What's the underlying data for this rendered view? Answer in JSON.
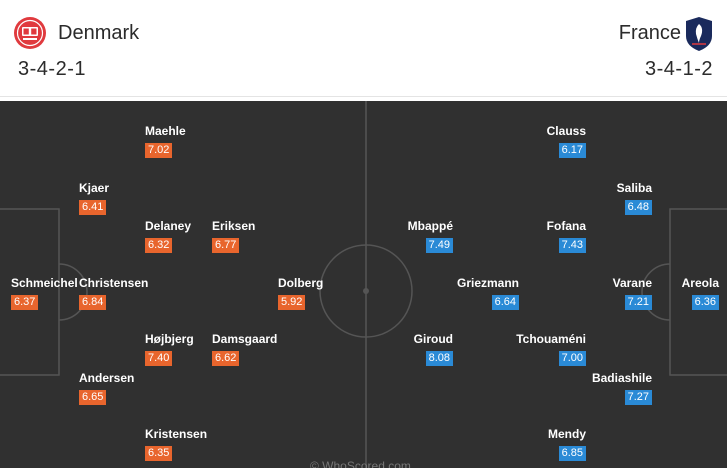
{
  "home": {
    "name": "Denmark",
    "formation": "3-4-2-1",
    "crest_icon": "denmark-crest-icon",
    "rating_color": "#e8652d",
    "players": [
      {
        "name": "Maehle",
        "rating": "7.02"
      },
      {
        "name": "Kjaer",
        "rating": "6.41"
      },
      {
        "name": "Delaney",
        "rating": "6.32"
      },
      {
        "name": "Eriksen",
        "rating": "6.77"
      },
      {
        "name": "Schmeichel",
        "rating": "6.37"
      },
      {
        "name": "Christensen",
        "rating": "6.84"
      },
      {
        "name": "Dolberg",
        "rating": "5.92"
      },
      {
        "name": "Højbjerg",
        "rating": "7.40"
      },
      {
        "name": "Damsgaard",
        "rating": "6.62"
      },
      {
        "name": "Andersen",
        "rating": "6.65"
      },
      {
        "name": "Kristensen",
        "rating": "6.35"
      }
    ]
  },
  "away": {
    "name": "France",
    "formation": "3-4-1-2",
    "crest_icon": "france-crest-icon",
    "rating_color": "#2a8ad6",
    "players": [
      {
        "name": "Clauss",
        "rating": "6.17"
      },
      {
        "name": "Saliba",
        "rating": "6.48"
      },
      {
        "name": "Mbappé",
        "rating": "7.49"
      },
      {
        "name": "Fofana",
        "rating": "7.43"
      },
      {
        "name": "Griezmann",
        "rating": "6.64"
      },
      {
        "name": "Varane",
        "rating": "7.21"
      },
      {
        "name": "Areola",
        "rating": "6.36"
      },
      {
        "name": "Giroud",
        "rating": "8.08"
      },
      {
        "name": "Tchouaméni",
        "rating": "7.00"
      },
      {
        "name": "Badiashile",
        "rating": "7.27"
      },
      {
        "name": "Mendy",
        "rating": "6.85"
      }
    ]
  },
  "watermark": "© WhoScored.com",
  "pitch_color": "#303030"
}
